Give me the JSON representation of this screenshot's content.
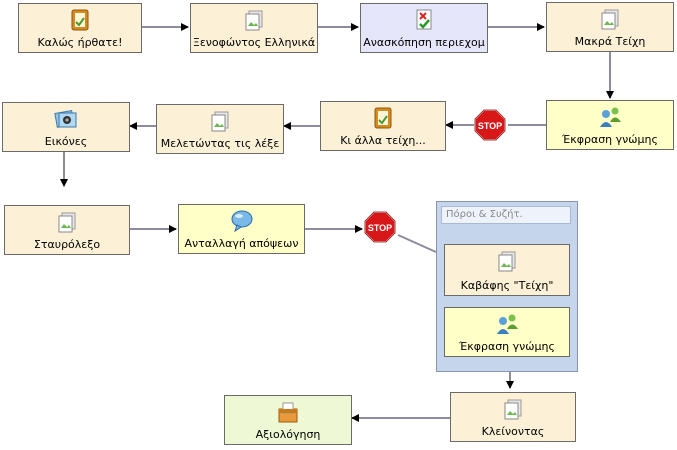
{
  "nodes": {
    "welcome": {
      "label": "Καλώς ήρθατε!"
    },
    "xenophon": {
      "label": "Ξενοφώντος Ελληνικά"
    },
    "review": {
      "label": "Ανασκόπηση περιεχομ"
    },
    "long_walls": {
      "label": "Μακρά Τείχη"
    },
    "opinion1": {
      "label": "Έκφραση γνώμης"
    },
    "other_walls": {
      "label": "Κι άλλα τείχη..."
    },
    "studying": {
      "label": "Μελετώντας τις λέξε"
    },
    "images": {
      "label": "Εικόνες"
    },
    "crossword": {
      "label": "Σταυρόλεξο"
    },
    "exchange": {
      "label": "Ανταλλαγή απόψεων"
    },
    "cavafy": {
      "label": "Καβάφης \"Τείχη\""
    },
    "opinion2": {
      "label": "Έκφραση γνώμης"
    },
    "closing": {
      "label": "Κλείνοντας"
    },
    "evaluation": {
      "label": "Αξιολόγηση"
    }
  },
  "group": {
    "title": "Πόροι & Συζήτ."
  },
  "stops": {
    "label": "STOP"
  }
}
